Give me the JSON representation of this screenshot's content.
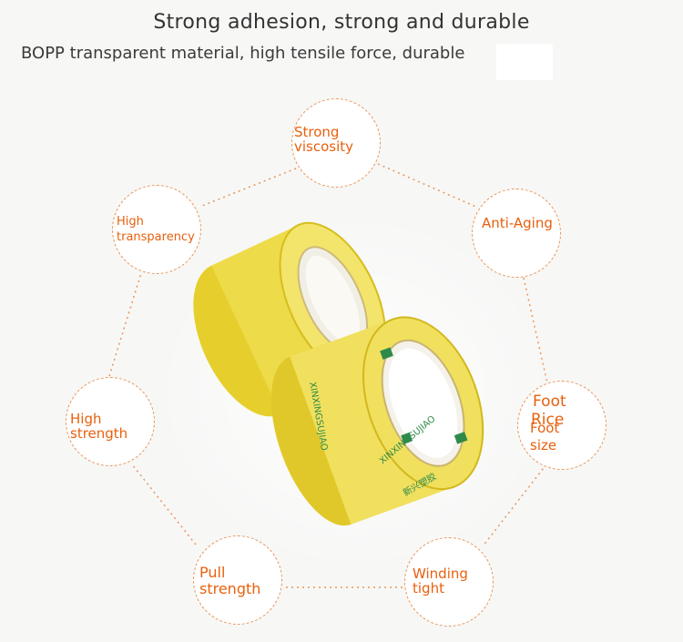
{
  "header": {
    "title": "Strong adhesion, strong and durable",
    "subtitle": "BOPP transparent material, high tensile force, durable"
  },
  "features": [
    {
      "line1": "Strong",
      "line2": "viscosity"
    },
    {
      "line1": "Anti-Aging",
      "line2": ""
    },
    {
      "line1": "Foot",
      "line2": "Rice",
      "line3": "Foot",
      "line4": "size"
    },
    {
      "line1": "Winding",
      "line2": "tight"
    },
    {
      "line1": "Pull",
      "line2": "strength"
    },
    {
      "line1": "High",
      "line2": "strength"
    },
    {
      "line1": "High",
      "line2": "transparency"
    }
  ],
  "tape": {
    "brand": "XINXINGSUJIAO",
    "brand_cn": "新兴塑胶"
  },
  "colors": {
    "accent": "#e8600e",
    "dash": "#e8965a",
    "tape": "#e9d53a"
  }
}
